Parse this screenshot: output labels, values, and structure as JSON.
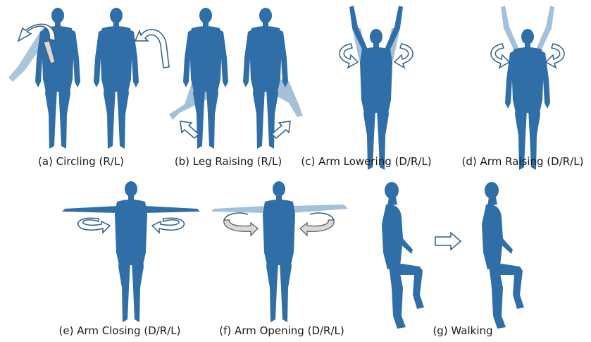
{
  "figure": {
    "panels": [
      {
        "id": "a",
        "caption": "(a) Circling (R/L)"
      },
      {
        "id": "b",
        "caption": "(b) Leg Raising (R/L)"
      },
      {
        "id": "c",
        "caption": "(c) Arm Lowering (D/R/L)"
      },
      {
        "id": "d",
        "caption": "(d) Arm Raising (D/R/L)"
      },
      {
        "id": "e",
        "caption": "(e) Arm Closing (D/R/L)"
      },
      {
        "id": "f",
        "caption": "(f) Arm Opening (D/R/L)"
      },
      {
        "id": "g",
        "caption": "(g) Walking"
      }
    ]
  },
  "colors": {
    "body": "#2f6ea6",
    "body_dark": "#245a88",
    "ghost": "#8fb2cf",
    "arrow_fill": "#ffffff",
    "arrow_stroke": "#2f5f88",
    "arrow_grey": "#d9d9d9"
  },
  "icons": [
    "body-figure",
    "curved-arrow-icon",
    "circular-arrow-icon",
    "block-arrow-icon"
  ]
}
